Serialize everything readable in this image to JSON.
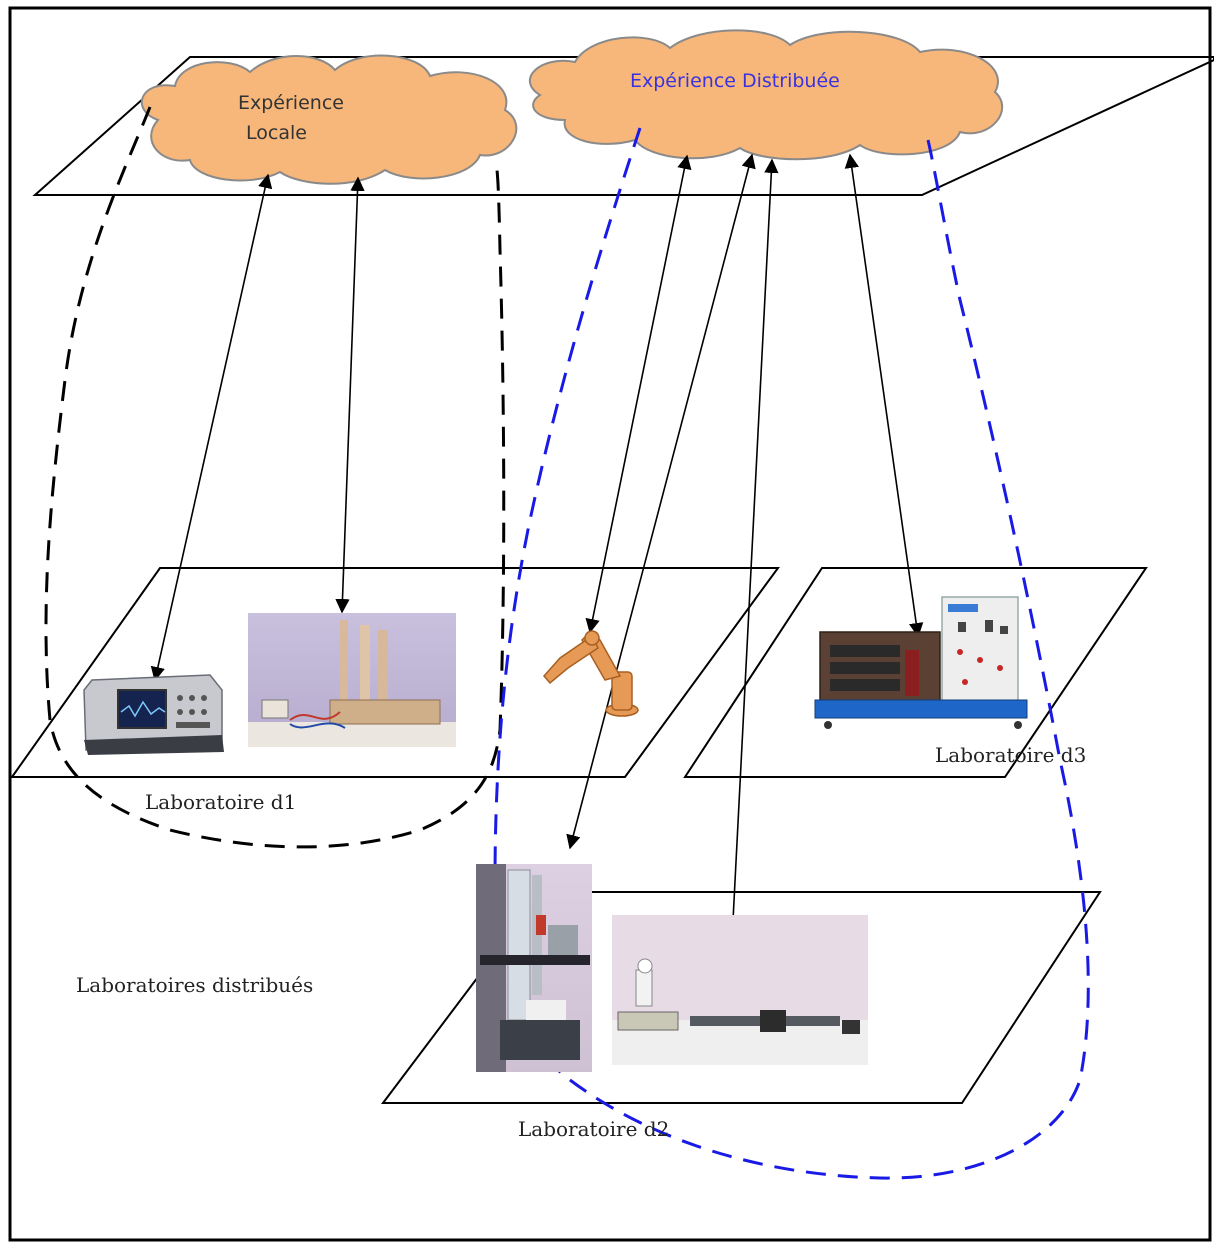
{
  "clouds": {
    "local": {
      "line1": "Expérience",
      "line2": "Locale"
    },
    "distributed": {
      "label": "Expérience Distribuée"
    }
  },
  "labels": {
    "lab1": "Laboratoire d1",
    "lab2": "Laboratoire d2",
    "lab3": "Laboratoire d3",
    "distributed_labs": "Laboratoires distribués"
  },
  "colors": {
    "cloud_fill": "#f7b77a",
    "cloud_stroke": "#8a8a8a",
    "distributed_text": "#3a32e0",
    "blue_dash": "#1a1ae6",
    "black": "#000000"
  },
  "equipment": [
    "oscilloscope-photo",
    "process-rig-photo",
    "robot-arm-photo",
    "motor-bench-photo",
    "water-column-photo",
    "linear-axis-photo"
  ]
}
